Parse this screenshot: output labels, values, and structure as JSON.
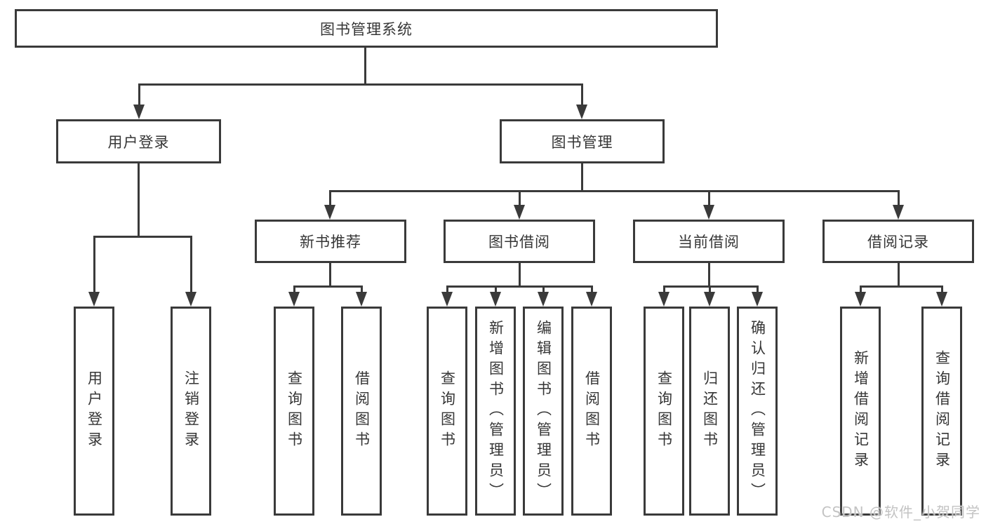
{
  "diagram": {
    "title": "图书管理系统",
    "level2": {
      "user_login": "用户登录",
      "book_management": "图书管理"
    },
    "level3": {
      "new_book_recommend": "新书推荐",
      "book_borrow": "图书借阅",
      "current_borrow": "当前借阅",
      "borrow_records": "借阅记录"
    },
    "leaves": {
      "user_login": [
        "用户登录",
        "注销登录"
      ],
      "new_book_recommend": [
        "查询图书",
        "借阅图书"
      ],
      "book_borrow": [
        "查询图书",
        "新增图书（管理员）",
        "编辑图书（管理员）",
        "借阅图书"
      ],
      "current_borrow": [
        "查询图书",
        "归还图书",
        "确认归还（管理员）"
      ],
      "borrow_records": [
        "新增借阅记录",
        "查询借阅记录"
      ]
    },
    "watermark": "CSDN @软件_小贺同学",
    "colors": {
      "line": "#3a3a3a",
      "text": "#363636",
      "background": "#ffffff",
      "watermark": "#c3c3c3"
    }
  }
}
